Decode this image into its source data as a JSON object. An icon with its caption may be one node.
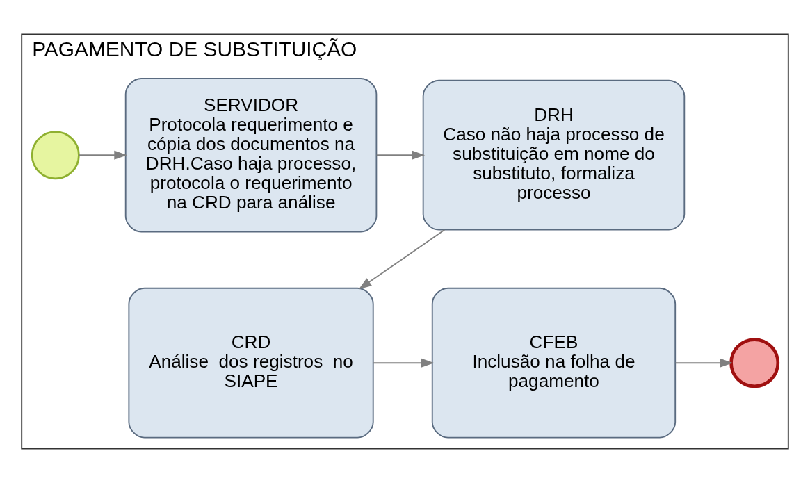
{
  "diagram": {
    "nodes": [
      {
        "text": [
          "PAGAMENTO DE SUBSTITUIÇÃO"
        ]
      },
      {
        "text": [],
        "shape": "circle",
        "in": 0
      },
      {
        "text": [
          "SERVIDOR",
          "Protocola requerimento e cópia dos documentos na DRH.Caso haja processo, protocola o requerimento na CRD para análise"
        ],
        "in": 0
      },
      {
        "text": [
          "DRH",
          "Caso não haja processo de substituição em nome do substituto, formaliza processo"
        ],
        "in": 0
      },
      {
        "text": [
          "CRD",
          "Análise  dos registros  no SIAPE"
        ],
        "in": 0
      },
      {
        "text": [
          "CFEB",
          "Inclusão na folha de pagamento"
        ],
        "in": 0
      },
      {
        "text": [],
        "shape": "circle",
        "in": 0
      }
    ],
    "edges": [
      {
        "from": 1,
        "to": 2,
        "arrow": "to"
      },
      {
        "from": 2,
        "to": 3,
        "arrow": "to"
      },
      {
        "from": 3,
        "to": 4,
        "arrow": "to"
      },
      {
        "from": 4,
        "to": 5,
        "arrow": "to"
      },
      {
        "from": 5,
        "to": 6,
        "arrow": "to"
      }
    ]
  }
}
